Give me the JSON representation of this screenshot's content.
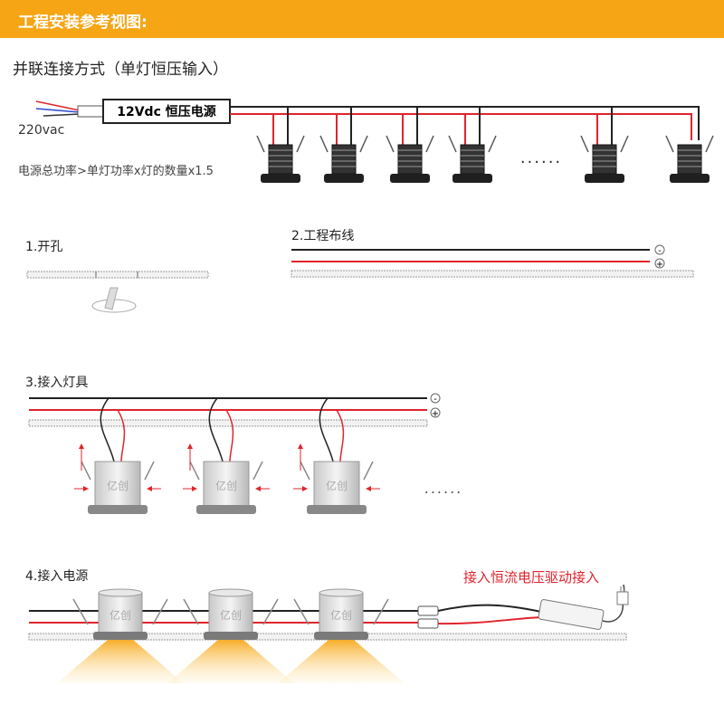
{
  "header": {
    "title": "工程安装参考视图:"
  },
  "subtitle": "并联连接方式（单灯恒压输入）",
  "power_supply": {
    "label": "12Vdc 恒压电源"
  },
  "input_voltage": "220vac",
  "formula": "电源总功率>单灯功率x灯的数量x1.5",
  "steps": {
    "step1": "1.开孔",
    "step2": "2.工程布线",
    "step3": "3.接入灯具",
    "step4": "4.接入电源"
  },
  "driver_note": "接入恒流电压驱动接入",
  "lamp_brand": "亿创",
  "polarity": {
    "minus": "-",
    "plus": "+"
  },
  "ellipsis": "......",
  "colors": {
    "banner": "#f6a515",
    "wire_red": "#e0242c",
    "wire_black": "#222222",
    "glow": "#f8b830"
  }
}
